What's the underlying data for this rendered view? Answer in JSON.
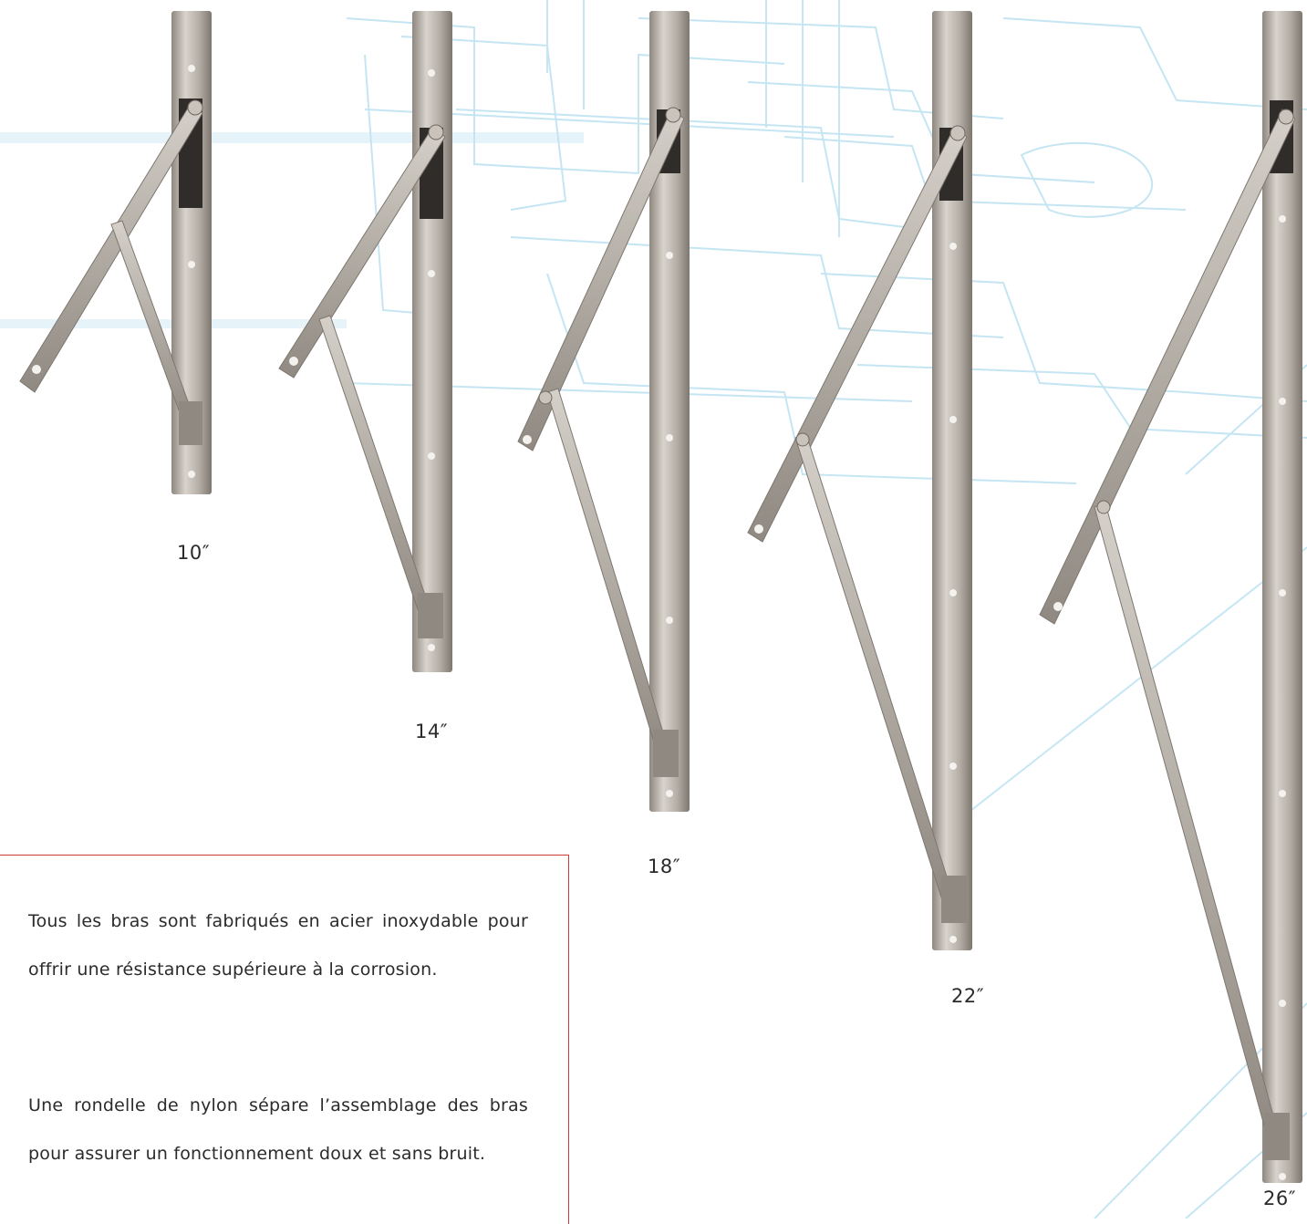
{
  "products": [
    {
      "size": "10″"
    },
    {
      "size": "14″"
    },
    {
      "size": "18″"
    },
    {
      "size": "22″"
    },
    {
      "size": "26″"
    }
  ],
  "description": {
    "paragraph1": "Tous les bras sont fabriqués en acier inoxydable pour offrir une résistance supérieure à la corrosion.",
    "paragraph2": "Une rondelle de nylon sépare l’assemblage des bras pour assurer un fonctionnement doux et sans bruit."
  },
  "colors": {
    "steel": "#b9b3ab",
    "blueprint": "#b9dff0",
    "accent_border": "#d03a3a"
  }
}
